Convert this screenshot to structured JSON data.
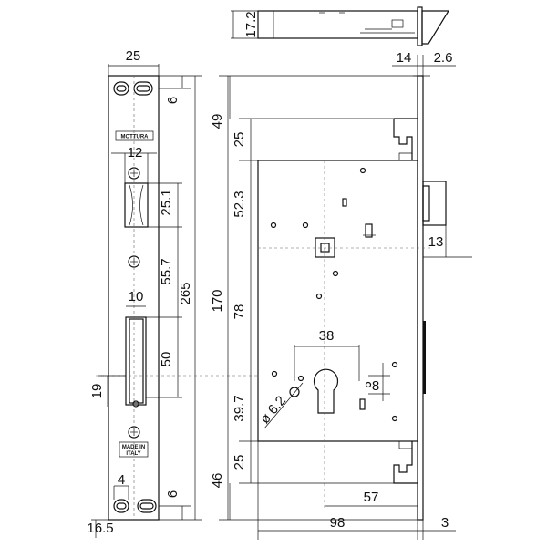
{
  "faceplate": {
    "brand": "MOTTURA",
    "origin_line1": "MADE IN",
    "origin_line2": "ITALY"
  },
  "dimensions": {
    "faceplate_width": "25",
    "top_hole_offset": "6",
    "latch_slot_width": "12",
    "latch_slot_height": "25.1",
    "faceplate_hole_spacing": "55.7",
    "deadbolt_slot_width": "10",
    "deadbolt_slot_height": "50",
    "faceplate_length": "265",
    "deadbolt_offset": "19",
    "bottom_hole_width": "4",
    "bottom_hole_offset": "6",
    "faceplate_bottom_margin": "16.5",
    "top_thickness": "17.2",
    "front_offset": "14",
    "front_plate_thickness": "2.6",
    "top_section_height": "49",
    "top_gap": "25",
    "spindle_offset": "52.3",
    "case_height": "170",
    "spindle_to_cylinder": "78",
    "cylinder_to_bottom": "39.7",
    "bottom_gap": "25",
    "bottom_section_height": "46",
    "latch_projection": "13",
    "cylinder_hole_width": "38",
    "cylinder_hole_diameter": "ø 6.2",
    "cylinder_slot": "8",
    "backset": "57",
    "case_depth": "98",
    "plate_thickness": "3"
  }
}
